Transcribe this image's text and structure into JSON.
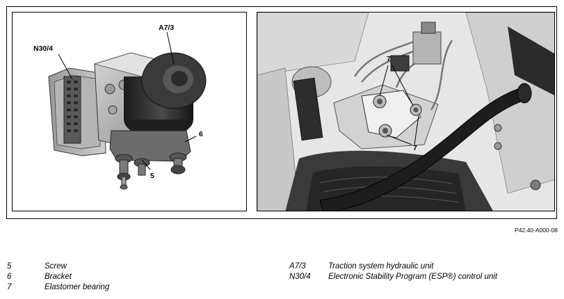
{
  "figure": {
    "left_callouts": {
      "a7_3": "A7/3",
      "n30_4": "N30/4",
      "c6": "6",
      "c5": "5"
    },
    "right_callouts": {
      "c7_top": "7",
      "c7_bottom": "7"
    },
    "reference": "P42.40-A000-08"
  },
  "legend": {
    "left": [
      {
        "key": "5",
        "text": "Screw"
      },
      {
        "key": "6",
        "text": "Bracket"
      },
      {
        "key": "7",
        "text": "Elastomer bearing"
      }
    ],
    "right": [
      {
        "key": "A7/3",
        "text": "Traction system hydraulic unit"
      },
      {
        "key": "N30/4",
        "text": "Electronic Stability Program (ESP®) control unit"
      }
    ]
  }
}
